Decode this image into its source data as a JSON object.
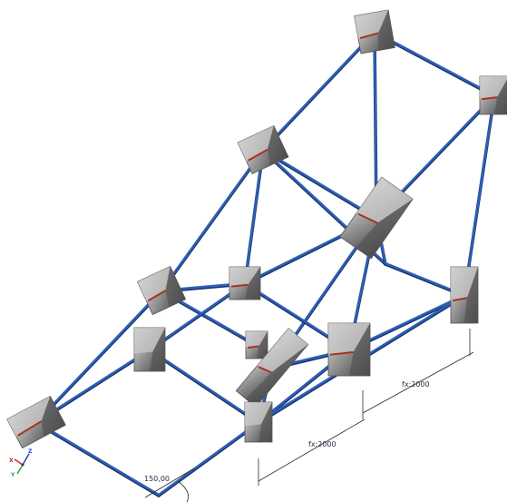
{
  "dimensions": {
    "fx_upper": "fx:2000",
    "fx_lower": "fx:2000",
    "angle": "150,00"
  },
  "axes": {
    "x": "X",
    "y": "Y",
    "z": "Z"
  },
  "colors": {
    "member": "#2f5fb4",
    "member_shadow": "#16356f",
    "joint_dark": "#545454",
    "joint_light": "#c8c8c8",
    "joint_red": "#a8321d",
    "dimension": "#2a2a2a"
  }
}
